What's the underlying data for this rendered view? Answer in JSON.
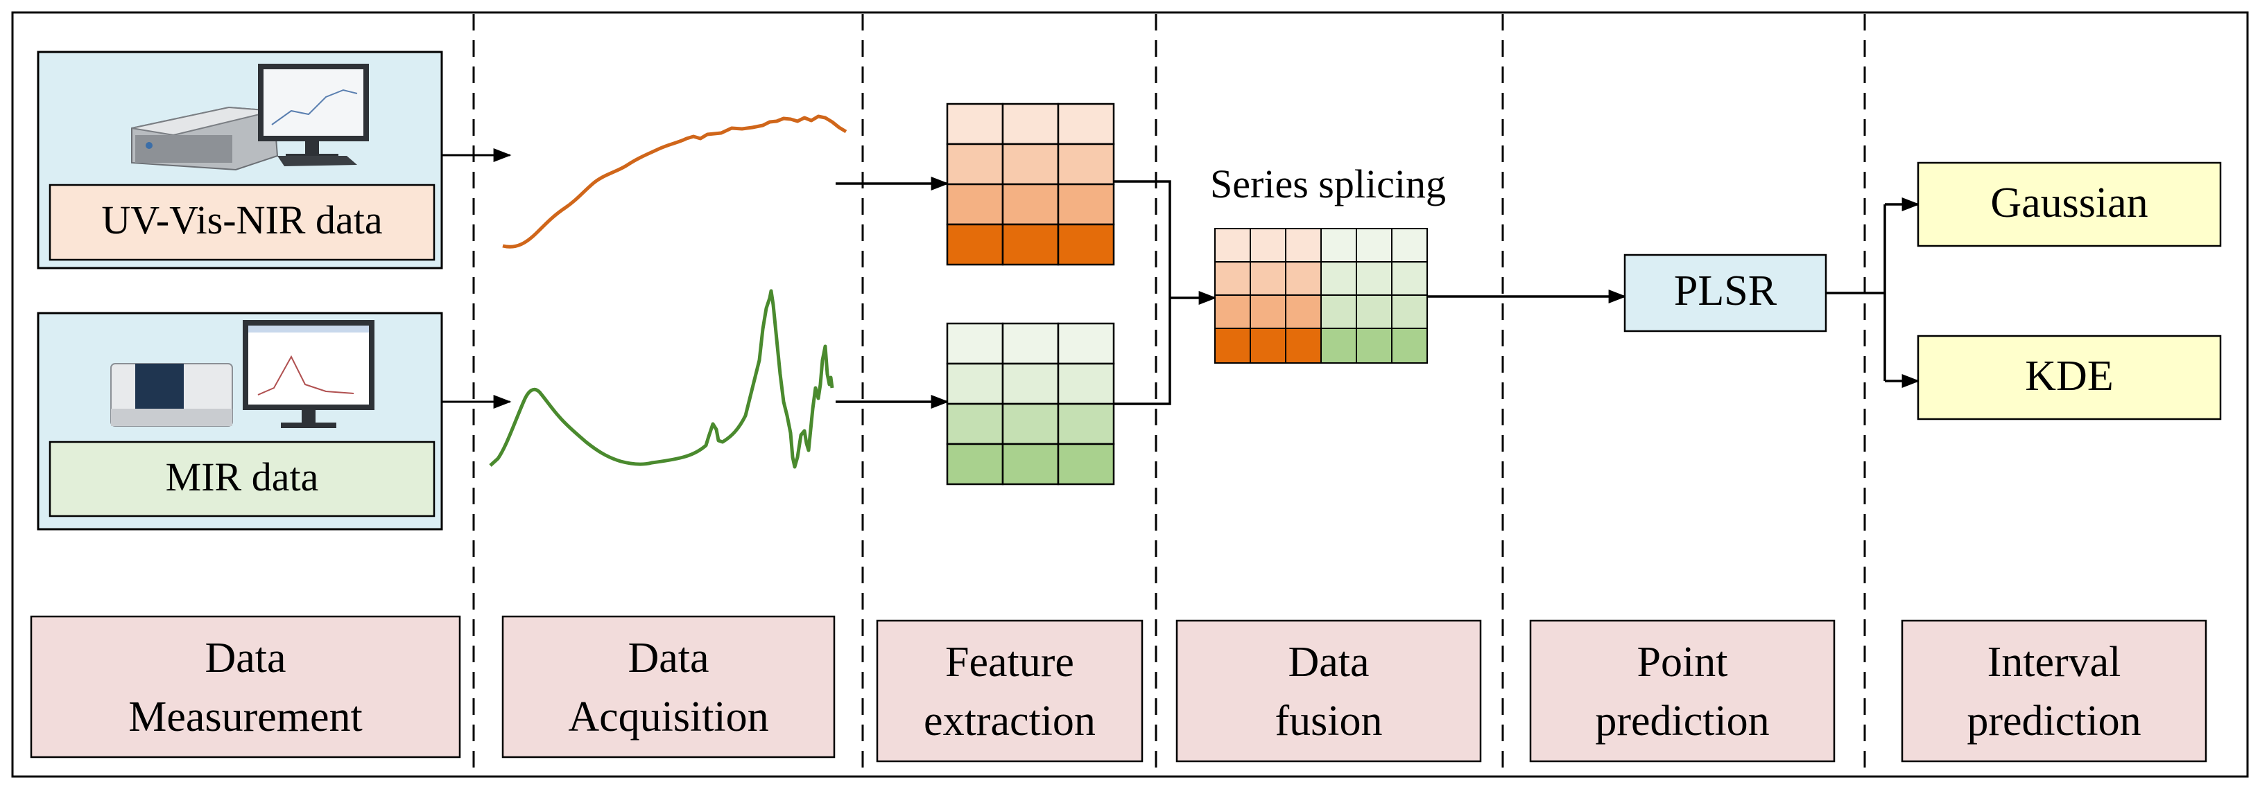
{
  "inputs": {
    "uv": {
      "label": "UV-Vis-NIR data",
      "icon": "spectrophotometer-workstation-icon"
    },
    "mir": {
      "label": "MIR data",
      "icon": "ftir-spectrometer-workstation-icon"
    }
  },
  "fusion": {
    "label": "Series splicing"
  },
  "model": {
    "label": "PLSR"
  },
  "outputs": [
    {
      "label": "Gaussian"
    },
    {
      "label": "KDE"
    }
  ],
  "stages": [
    {
      "line1": "Data",
      "line2": "Measurement"
    },
    {
      "line1": "Data",
      "line2": "Acquisition"
    },
    {
      "line1": "Feature",
      "line2": "extraction"
    },
    {
      "line1": "Data",
      "line2": "fusion"
    },
    {
      "line1": "Point",
      "line2": "prediction"
    },
    {
      "line1": "Interval",
      "line2": "prediction"
    }
  ],
  "colors": {
    "uv_spectrum": "#d0661a",
    "mir_spectrum": "#4a8a2e",
    "orange_1": "#fbe4d6",
    "orange_2": "#f8cbad",
    "orange_3": "#f4b183",
    "orange_4": "#e46c0a",
    "green_1": "#eef5e9",
    "green_2": "#e2efd9",
    "green_3": "#c5e0b3",
    "green_4": "#a9d18e",
    "instrument_panel": "#dbeef4",
    "uv_label_fill": "#fbe5d6",
    "mir_label_fill": "#e2efd9",
    "stage_fill": "#f2dcdb",
    "plsr_fill": "#dbeef4",
    "output_fill": "#ffffcc"
  }
}
